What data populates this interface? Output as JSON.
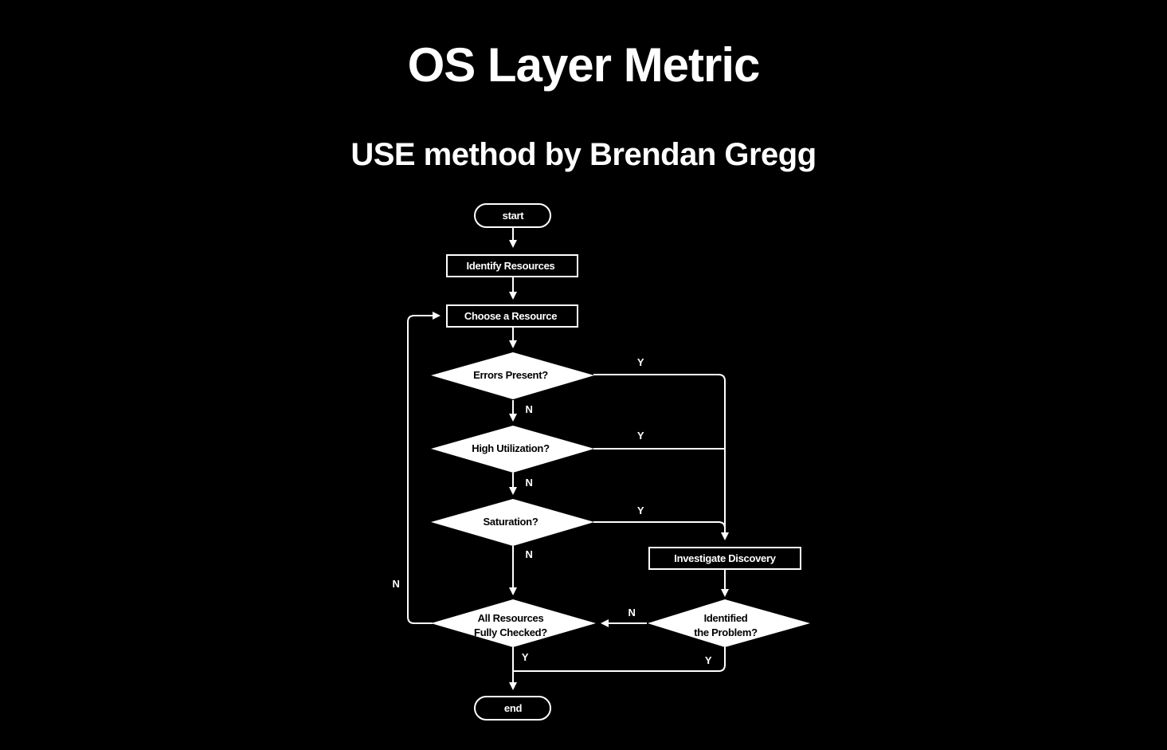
{
  "header": {
    "title": "OS Layer Metric",
    "subtitle": "USE method by Brendan Gregg"
  },
  "flowchart": {
    "colors": {
      "background": "#000000",
      "line": "#ffffff",
      "diamond_fill": "#ffffff",
      "diamond_text": "#000000"
    },
    "nodes": {
      "start": "start",
      "identify": "Identify Resources",
      "choose": "Choose a Resource",
      "errors": "Errors Present?",
      "utilization": "High Utilization?",
      "saturation": "Saturation?",
      "investigate": "Investigate Discovery",
      "checked_line1": "All Resources",
      "checked_line2": "Fully Checked?",
      "identified_line1": "Identified",
      "identified_line2": "the Problem?",
      "end": "end"
    },
    "labels": {
      "errors_yes": "Y",
      "errors_no": "N",
      "utilization_yes": "Y",
      "utilization_no": "N",
      "saturation_yes": "Y",
      "saturation_no": "N",
      "checked_no": "N",
      "checked_yes": "Y",
      "identified_no": "N",
      "identified_yes": "Y"
    }
  }
}
